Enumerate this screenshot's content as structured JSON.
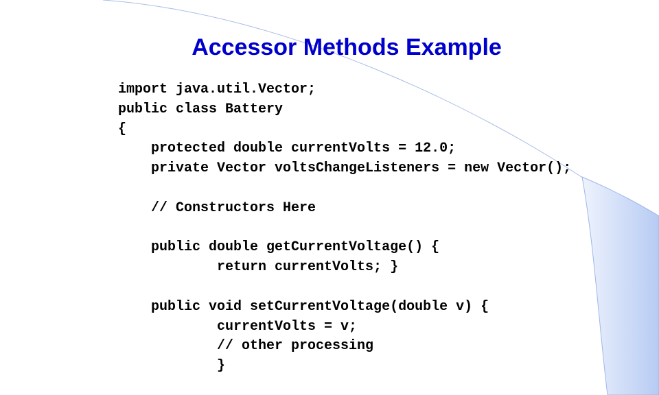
{
  "slide": {
    "title": "Accessor Methods Example",
    "code_lines": [
      "import java.util.Vector;",
      "public class Battery",
      "{",
      "    protected double currentVolts = 12.0;",
      "    private Vector voltsChangeListeners = new Vector();",
      "",
      "    // Constructors Here",
      "",
      "    public double getCurrentVoltage() {",
      "            return currentVolts; }",
      "",
      "    public void setCurrentVoltage(double v) {",
      "            currentVolts = v;",
      "            // other processing",
      "            }"
    ]
  },
  "colors": {
    "title": "#0000cc",
    "swoosh_fill": "#c6d6f7",
    "swoosh_edge": "#6f90d8",
    "code": "#000000"
  }
}
